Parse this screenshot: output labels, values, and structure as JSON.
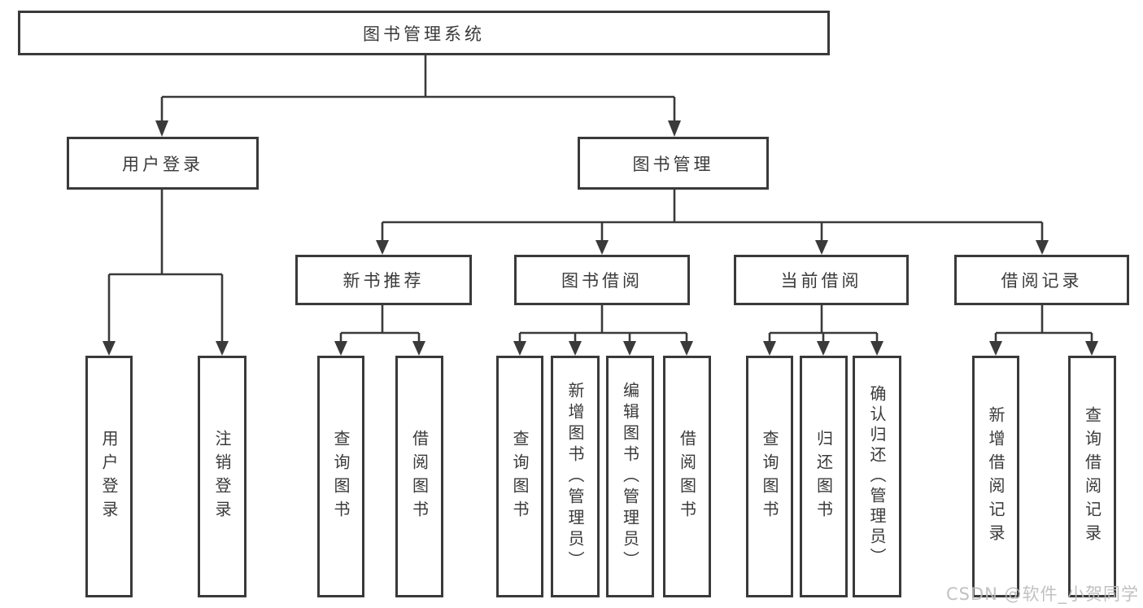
{
  "style": {
    "background": "#ffffff",
    "line_color": "#3a3a3a",
    "text_color": "#3a3a3a",
    "watermark_color": "#bcbcbc"
  },
  "watermark": "CSDN @软件_小贺同学",
  "tree": {
    "label": "图书管理系统",
    "children": [
      {
        "label": "用户登录",
        "children": [
          {
            "label": "用户登录"
          },
          {
            "label": "注销登录"
          }
        ]
      },
      {
        "label": "图书管理",
        "children": [
          {
            "label": "新书推荐",
            "children": [
              {
                "label": "查询图书"
              },
              {
                "label": "借阅图书"
              }
            ]
          },
          {
            "label": "图书借阅",
            "children": [
              {
                "label": "查询图书"
              },
              {
                "label": "新增图书（管理员）"
              },
              {
                "label": "编辑图书（管理员）"
              },
              {
                "label": "借阅图书"
              }
            ]
          },
          {
            "label": "当前借阅",
            "children": [
              {
                "label": "查询图书"
              },
              {
                "label": "归还图书"
              },
              {
                "label": "确认归还（管理员）"
              }
            ]
          },
          {
            "label": "借阅记录",
            "children": [
              {
                "label": "新增借阅记录"
              },
              {
                "label": "查询借阅记录"
              }
            ]
          }
        ]
      }
    ]
  }
}
